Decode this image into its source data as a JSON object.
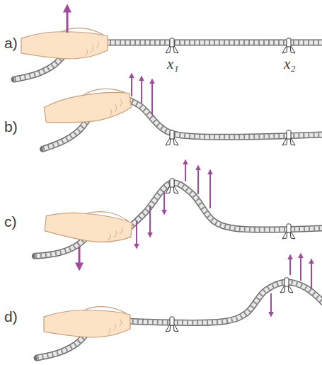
{
  "diagram": {
    "labels": [
      "a)",
      "x₁",
      "x₂",
      "b)",
      "c)",
      "d)"
    ]
  }
}
